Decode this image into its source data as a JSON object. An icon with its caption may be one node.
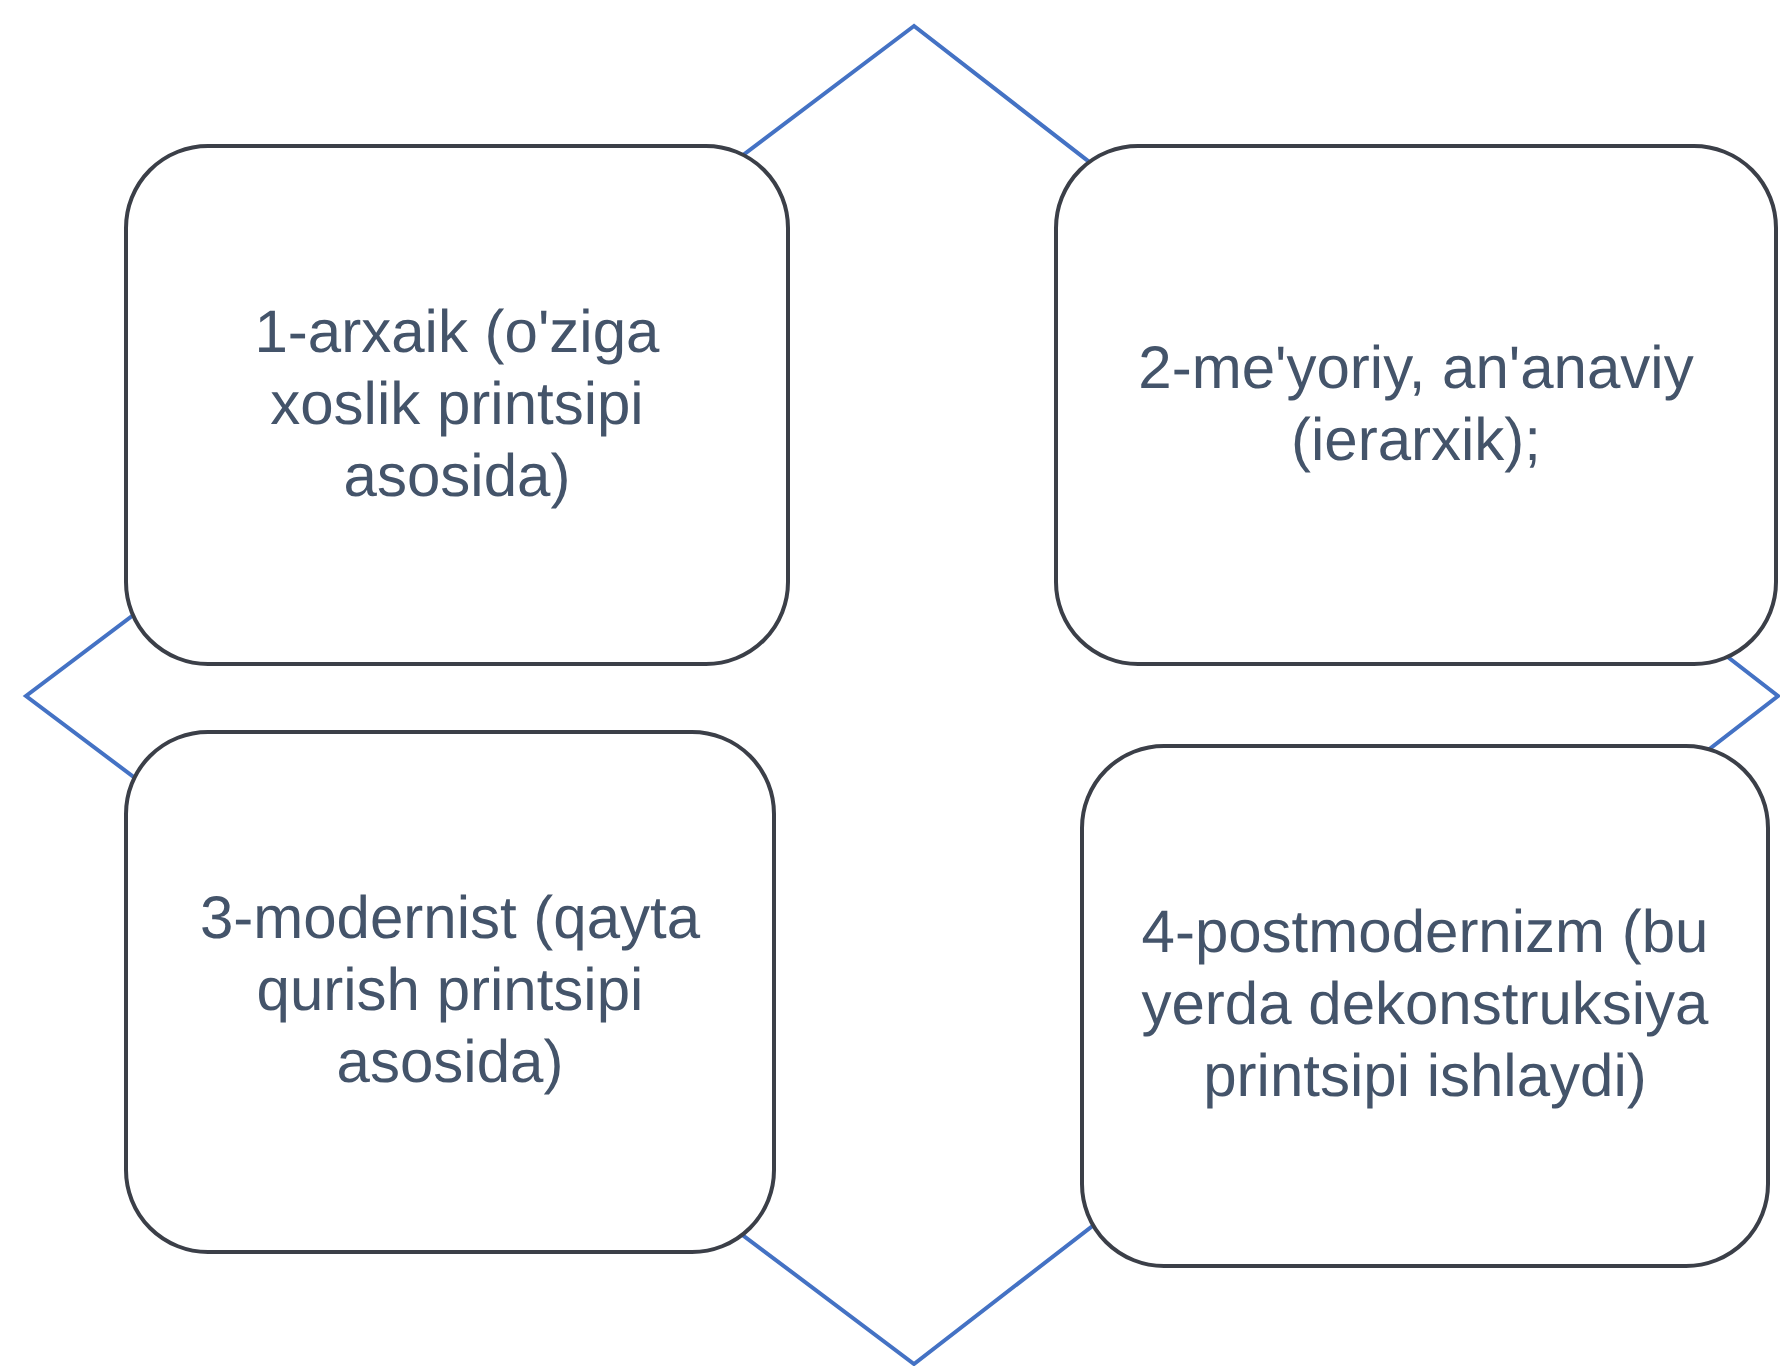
{
  "diagram": {
    "nodes": [
      {
        "text": [
          "1-arxaik (o'ziga xoslik printsipi asosida)"
        ]
      },
      {
        "text": [
          "2-me'yoriy, an'anaviy (ierarxik);"
        ]
      },
      {
        "text": [
          "3-modernist (qayta qurish printsipi asosida)"
        ]
      },
      {
        "text": [
          "4-postmodernizm (bu yerda dekonstruksiya printsipi ishlaydi)"
        ]
      }
    ]
  }
}
